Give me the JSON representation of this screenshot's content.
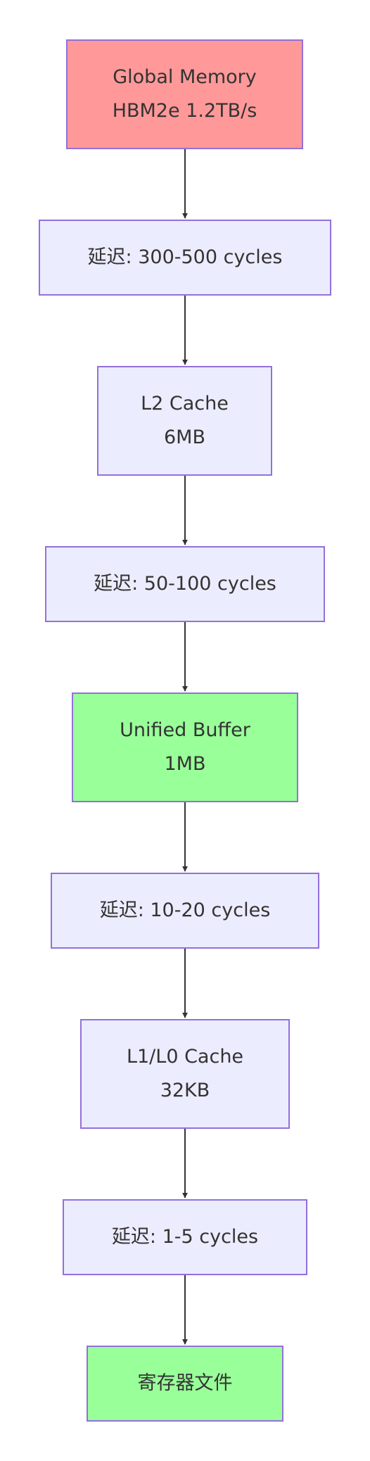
{
  "diagram": {
    "type": "flowchart",
    "direction": "top-down",
    "colors": {
      "node_fill": "#ececff",
      "node_border": "#9370db",
      "highlight_red": "#ff9999",
      "highlight_green": "#99ff99",
      "edge": "#333333",
      "text": "#333333"
    },
    "nodes": [
      {
        "id": "global-memory",
        "lines": [
          "Global Memory",
          "HBM2e 1.2TB/s"
        ],
        "style": "red"
      },
      {
        "id": "latency-1",
        "lines": [
          "延迟: 300-500 cycles"
        ],
        "style": "default"
      },
      {
        "id": "l2-cache",
        "lines": [
          "L2 Cache",
          "6MB"
        ],
        "style": "default"
      },
      {
        "id": "latency-2",
        "lines": [
          "延迟: 50-100 cycles"
        ],
        "style": "default"
      },
      {
        "id": "unified-buffer",
        "lines": [
          "Unified Buffer",
          "1MB"
        ],
        "style": "green"
      },
      {
        "id": "latency-3",
        "lines": [
          "延迟: 10-20 cycles"
        ],
        "style": "default"
      },
      {
        "id": "l1-l0-cache",
        "lines": [
          "L1/L0 Cache",
          "32KB"
        ],
        "style": "default"
      },
      {
        "id": "latency-4",
        "lines": [
          "延迟: 1-5 cycles"
        ],
        "style": "default"
      },
      {
        "id": "register-file",
        "lines": [
          "寄存器文件"
        ],
        "style": "green"
      }
    ],
    "edges": [
      [
        "global-memory",
        "latency-1"
      ],
      [
        "latency-1",
        "l2-cache"
      ],
      [
        "l2-cache",
        "latency-2"
      ],
      [
        "latency-2",
        "unified-buffer"
      ],
      [
        "unified-buffer",
        "latency-3"
      ],
      [
        "latency-3",
        "l1-l0-cache"
      ],
      [
        "l1-l0-cache",
        "latency-4"
      ],
      [
        "latency-4",
        "register-file"
      ]
    ]
  }
}
